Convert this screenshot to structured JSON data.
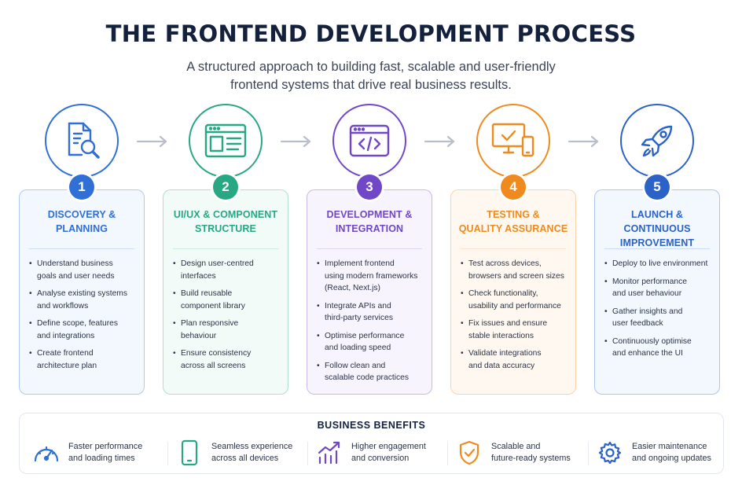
{
  "header": {
    "title": "THE FRONTEND DEVELOPMENT PROCESS",
    "subtitle_line1": "A structured approach to building fast, scalable and user-friendly",
    "subtitle_line2": "frontend systems that drive real business results."
  },
  "steps": [
    {
      "number": "1",
      "title_line1": "DISCOVERY &",
      "title_line2": "PLANNING",
      "icon": "document-search-icon",
      "color": "#2f6fd6",
      "bg": "#f3f7fe",
      "bullets": [
        [
          "Understand business",
          "goals and user needs"
        ],
        [
          "Analyse existing systems",
          "and workflows"
        ],
        [
          "Define scope, features",
          "and integrations"
        ],
        [
          "Create frontend",
          "architecture plan"
        ]
      ]
    },
    {
      "number": "2",
      "title_line1": "UI/UX & COMPONENT",
      "title_line2": "STRUCTURE",
      "icon": "browser-layout-icon",
      "color": "#27a783",
      "bg": "#f2fbf7",
      "bullets": [
        [
          "Design user-centred",
          "interfaces"
        ],
        [
          "Build reusable",
          "component library"
        ],
        [
          "Plan responsive",
          "behaviour"
        ],
        [
          "Ensure consistency",
          "across all screens"
        ]
      ]
    },
    {
      "number": "3",
      "title_line1": "DEVELOPMENT &",
      "title_line2": "INTEGRATION",
      "icon": "code-window-icon",
      "color": "#7048c7",
      "bg": "#f7f4fd",
      "bullets": [
        [
          "Implement frontend",
          "using modern frameworks",
          "(React, Next.js)"
        ],
        [
          "Integrate APIs and",
          "third-party services"
        ],
        [
          "Optimise performance",
          "and loading speed"
        ],
        [
          "Follow clean and",
          "scalable code practices"
        ]
      ]
    },
    {
      "number": "4",
      "title_line1": "TESTING &",
      "title_line2": "QUALITY ASSURANCE",
      "icon": "devices-check-icon",
      "color": "#ef8a1f",
      "bg": "#fff8f1",
      "bullets": [
        [
          "Test across devices,",
          "browsers and screen sizes"
        ],
        [
          "Check functionality,",
          "usability and performance"
        ],
        [
          "Fix issues and ensure",
          "stable interactions"
        ],
        [
          "Validate integrations",
          "and data accuracy"
        ]
      ]
    },
    {
      "number": "5",
      "title_line1": "LAUNCH & CONTINUOUS",
      "title_line2": "IMPROVEMENT",
      "icon": "rocket-icon",
      "color": "#2a62c8",
      "bg": "#f3f7fe",
      "bullets": [
        [
          "Deploy to live environment"
        ],
        [
          "Monitor performance",
          "and user behaviour"
        ],
        [
          "Gather insights and",
          "user feedback"
        ],
        [
          "Continuously optimise",
          "and enhance the UI"
        ]
      ]
    }
  ],
  "benefits": {
    "title": "BUSINESS BENEFITS",
    "items": [
      {
        "icon": "speedometer-icon",
        "color": "#2f6fd6",
        "line1": "Faster performance",
        "line2": "and loading times"
      },
      {
        "icon": "smartphone-icon",
        "color": "#27a783",
        "line1": "Seamless experience",
        "line2": "across all devices"
      },
      {
        "icon": "growth-chart-icon",
        "color": "#7048c7",
        "line1": "Higher engagement",
        "line2": "and conversion"
      },
      {
        "icon": "shield-check-icon",
        "color": "#ef8a1f",
        "line1": "Scalable and",
        "line2": "future-ready systems"
      },
      {
        "icon": "gear-icon",
        "color": "#2a62c8",
        "line1": "Easier maintenance",
        "line2": "and ongoing updates"
      }
    ]
  },
  "colors": {
    "title": "#14213d",
    "arrow": "#b9bfca",
    "benefits_border": "#e3e7ef"
  }
}
